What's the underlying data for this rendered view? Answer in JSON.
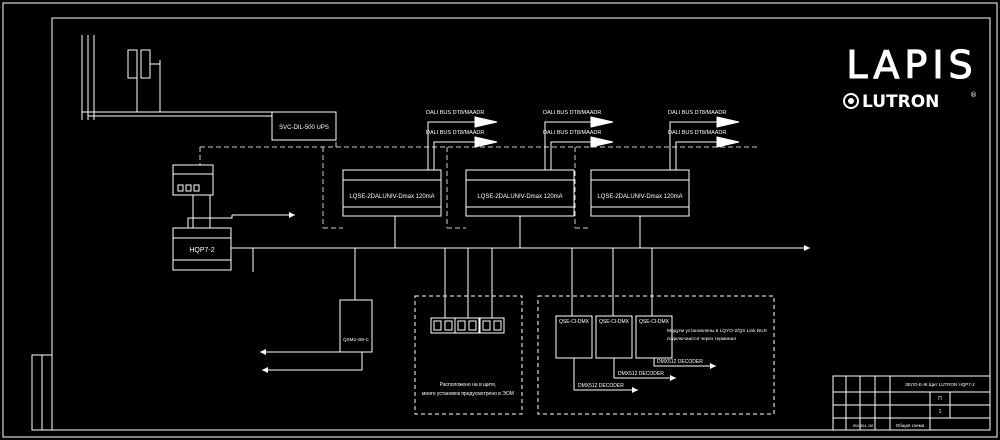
{
  "logos": {
    "primary": "LAPIS",
    "secondary": "LUTRON",
    "registered": "®"
  },
  "ups": {
    "label": "SVC-DIL-500 UPS"
  },
  "hqp": {
    "label": "HQP7-2"
  },
  "dali_labels": [
    "DALI BUS DT8/MAADR",
    "DALI BUS DT8/MAADR",
    "DALI BUS DT8/MAADR",
    "DALI BUS DT8/MAADR",
    "DALI BUS DT8/MAADR",
    "DALI BUS DT8/MAADR"
  ],
  "controllers": [
    "LQSE-2DALUNIV-Dmax 120mA",
    "LQSE-2DALUNIV-Dmax 120mA",
    "LQSE-2DALUNIV-Dmax 120mA"
  ],
  "qsm": {
    "label": "QSM2-4W-C"
  },
  "keypads_note": [
    "Расположено на в щите,",
    "много установок предусмотрено в ЭОМ"
  ],
  "dmx_modules": [
    "QSE-CI-DMX",
    "QSE-CI-DMX",
    "QSE-CI-DMX"
  ],
  "dmx_note": [
    "Модули установлены в LQYO-2/QS Link BUS",
    "подключаются через терминал"
  ],
  "decoders": [
    "DMX512 DECODER",
    "DMX512 DECODER",
    "DMX512 DECODER"
  ],
  "title_block": {
    "project": "ЗЕЛО-Е-Ж Щит LUTRON HQP7-2",
    "sheet": "П",
    "sheet_no": "1",
    "drawing_title": "Общая схема",
    "code": "ЛМ-501-ЭЛ"
  },
  "colors": {
    "background": "#000000",
    "lines": "#ffffff",
    "dashed": "#cfcfcf"
  }
}
